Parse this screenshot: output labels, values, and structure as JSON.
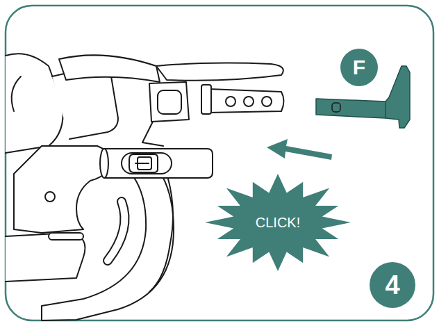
{
  "diagram": {
    "nodes": [
      {
        "text": [
          "F"
        ]
      },
      {
        "text": [
          "CLICK!"
        ]
      },
      {
        "text": [
          "4"
        ]
      }
    ]
  }
}
